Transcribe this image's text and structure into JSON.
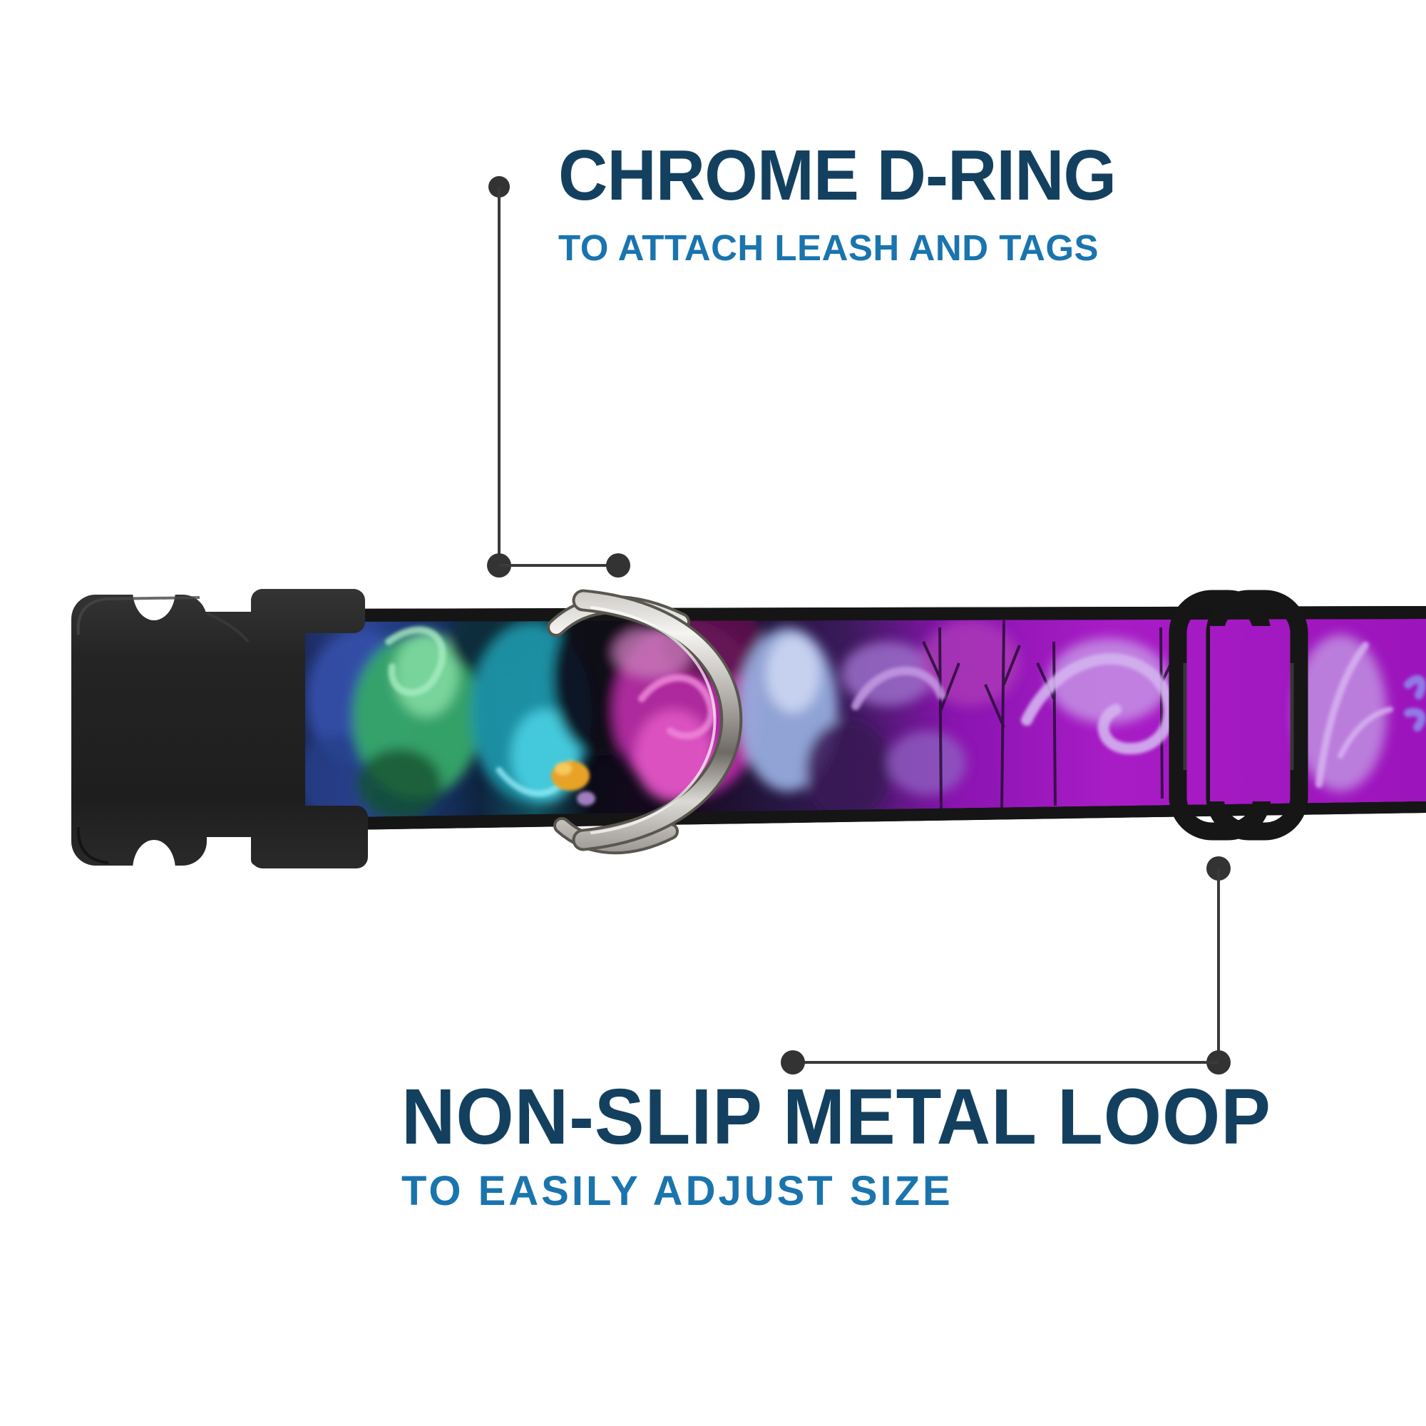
{
  "callouts": {
    "top": {
      "title": "CHROME D-RING",
      "subtitle": "TO ATTACH LEASH AND TAGS"
    },
    "bottom": {
      "title": "NON-SLIP METAL LOOP",
      "subtitle": "TO EASILY ADJUST SIZE"
    }
  },
  "colors": {
    "background": "#FFFFFF",
    "title_navy": "#14405F",
    "subtitle_blue": "#1A74AD",
    "callout_line": "#333333",
    "buckle_black": "#262626",
    "slider_black": "#1B1B1B",
    "chrome_silver": "#D9D6D1",
    "strap_edge_black": "#151515",
    "strap_blue": "#2C4494",
    "strap_green": "#37A868",
    "strap_teal": "#1D93A8",
    "strap_magenta": "#B52DA4",
    "strap_periwinkle": "#96ABDC",
    "strap_purple": "#A81CC6"
  },
  "parts": {
    "strap": "collar-strap",
    "buckle": "side-release-buckle",
    "d_ring": "chrome-d-ring",
    "slider": "non-slip-metal-loop"
  }
}
